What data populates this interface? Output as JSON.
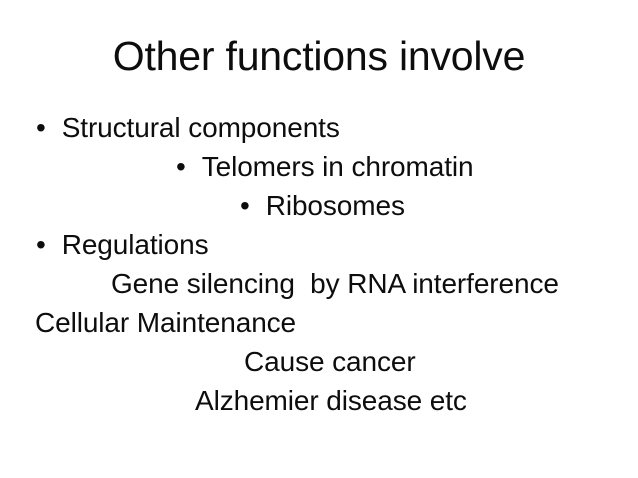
{
  "slide": {
    "title": "Other functions involve",
    "background_color": "#ffffff",
    "text_color": "#0d0d0d",
    "bullet_glyph": "•",
    "lines": [
      {
        "text": "Structural components",
        "bulleted": true,
        "indent": "b1"
      },
      {
        "text": "Telomers in chromatin",
        "bulleted": true,
        "indent": "b2"
      },
      {
        "text": "Ribosomes",
        "bulleted": true,
        "indent": "b3"
      },
      {
        "text": "Regulations",
        "bulleted": true,
        "indent": "b1"
      },
      {
        "text": "Gene silencing  by RNA interference",
        "bulleted": false,
        "indent": "t1"
      },
      {
        "text": "Cellular Maintenance",
        "bulleted": false,
        "indent": "t0"
      },
      {
        "text": "Cause cancer",
        "bulleted": false,
        "indent": "t3"
      },
      {
        "text": "Alzhemier disease etc",
        "bulleted": false,
        "indent": "t2"
      }
    ]
  }
}
